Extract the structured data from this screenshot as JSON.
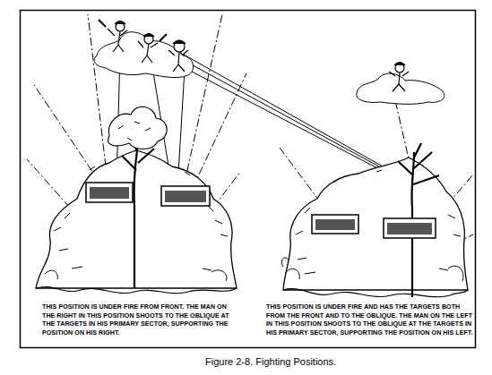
{
  "diagram": {
    "caption": "Figure 2-8. Fighting Positions.",
    "labels": [
      "THIS POSITION IS UNDER FIRE FROM FRONT. THE MAN ON THE RIGHT IN THIS POSITION SHOOTS TO THE OBLIQUE AT THE TARGETS IN HIS PRIMARY SECTOR, SUPPORTING THE POSITION ON HIS RIGHT.",
      "THIS POSITION IS UNDER FIRE AND HAS THE TARGETS BOTH FROM THE FRONT AND TO THE OBLIQUE. THE MAN ON THE LEFT IN THIS POSITION SHOOTS TO THE OBLIQUE AT THE TARGETS IN HIS PRIMARY SECTOR, SUPPORTING THE POSITION ON HIS LEFT."
    ]
  }
}
